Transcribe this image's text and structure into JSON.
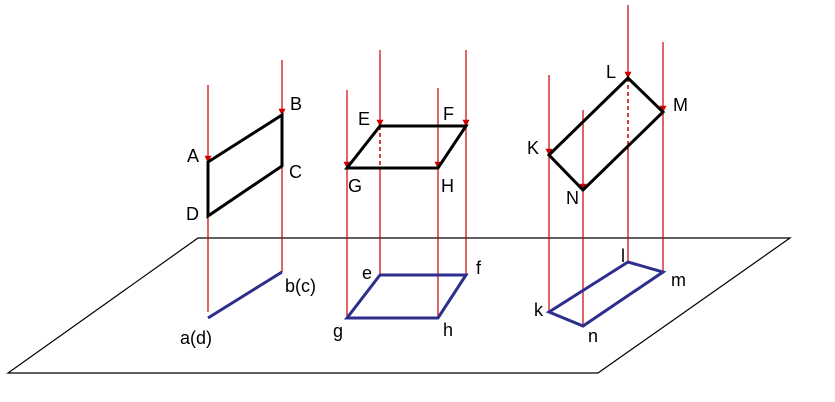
{
  "colors": {
    "ray": "#cc0000",
    "shape": "#000000",
    "projection": "#2e2e8c",
    "plane": "#000000"
  },
  "labels": {
    "A": "A",
    "B": "B",
    "C": "C",
    "D": "D",
    "a_d": "a(d)",
    "b_c": "b(c)",
    "E": "E",
    "F": "F",
    "G": "G",
    "H": "H",
    "e": "e",
    "f": "f",
    "g": "g",
    "h": "h",
    "K": "K",
    "L": "L",
    "M": "M",
    "N": "N",
    "k": "k",
    "l": "l",
    "m": "m",
    "n": "n"
  }
}
